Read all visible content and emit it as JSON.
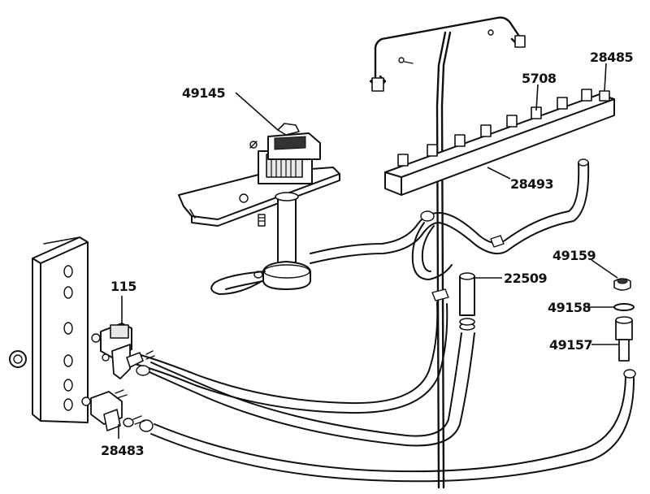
{
  "callouts": [
    {
      "id": "c49145",
      "label": "49145"
    },
    {
      "id": "c5708",
      "label": "5708"
    },
    {
      "id": "c28485",
      "label": "28485"
    },
    {
      "id": "c28493",
      "label": "28493"
    },
    {
      "id": "c22509",
      "label": "22509"
    },
    {
      "id": "c49159",
      "label": "49159"
    },
    {
      "id": "c49158",
      "label": "49158"
    },
    {
      "id": "c49157",
      "label": "49157"
    },
    {
      "id": "c115",
      "label": "115"
    },
    {
      "id": "c28483",
      "label": "28483"
    }
  ]
}
